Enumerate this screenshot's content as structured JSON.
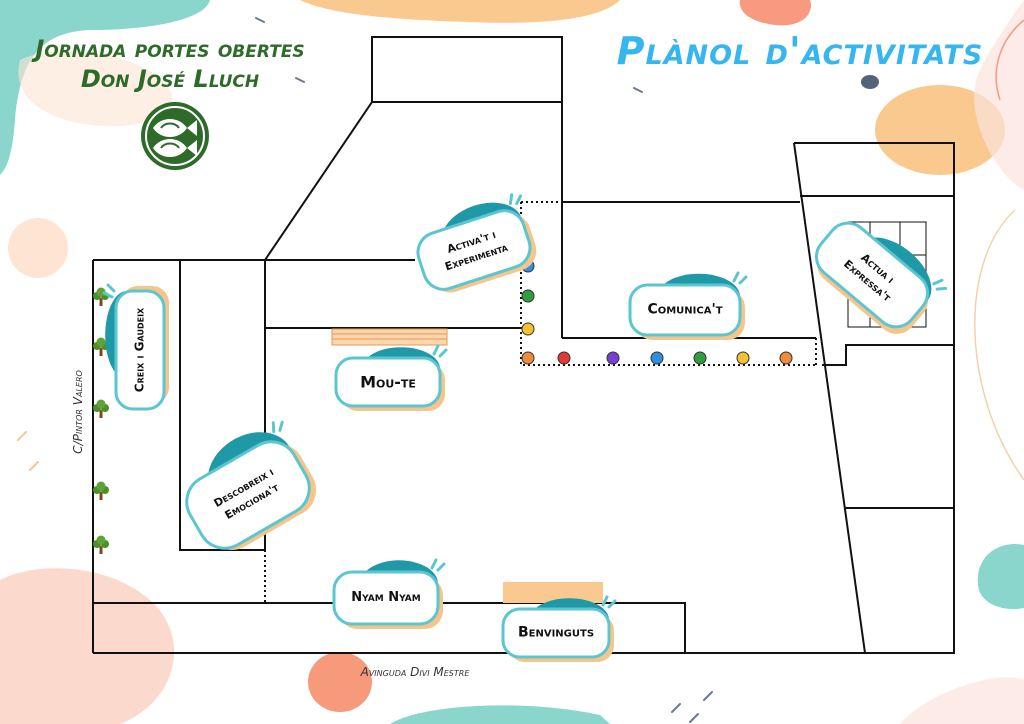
{
  "header": {
    "school_line1": "Jornada portes obertes",
    "school_line2": "Don José Lluch",
    "map_title": "Plànol d'activitats"
  },
  "streets": {
    "left": "C/Pintor Valero",
    "bottom": "Avinguda Divi Mestre"
  },
  "activities": [
    {
      "id": "creix",
      "lines": [
        "Creix i Gaudeix"
      ]
    },
    {
      "id": "activa",
      "lines": [
        "Activa't i",
        "Experimenta"
      ]
    },
    {
      "id": "comunica",
      "lines": [
        "Comunica't"
      ]
    },
    {
      "id": "actua",
      "lines": [
        "Actua i",
        "Expressa't"
      ]
    },
    {
      "id": "moute",
      "lines": [
        "Mou-te"
      ]
    },
    {
      "id": "descobreix",
      "lines": [
        "Descobreix i",
        "Emociona't"
      ]
    },
    {
      "id": "nyam",
      "lines": [
        "Nyam Nyam"
      ]
    },
    {
      "id": "benvinguts",
      "lines": [
        "Benvinguts"
      ]
    }
  ],
  "colors": {
    "brand_green": "#2e6b2a",
    "title_blue": "#35b6ee",
    "badge_fill": "#ffffff",
    "badge_border": "#5bc6cf",
    "badge_shadow": "#f7c48c",
    "badge_blob": "#1f99a8",
    "route_dots": [
      "#f08a3c",
      "#e53935",
      "#7b3fd6",
      "#2f8fe0",
      "#2e9e40",
      "#f2c230",
      "#f08a3c"
    ],
    "corridor_dots": [
      "#2f8fe0",
      "#2e9e40",
      "#f2c230"
    ]
  },
  "icons": {
    "logo": "fish-logo",
    "tree": "tree-icon"
  }
}
